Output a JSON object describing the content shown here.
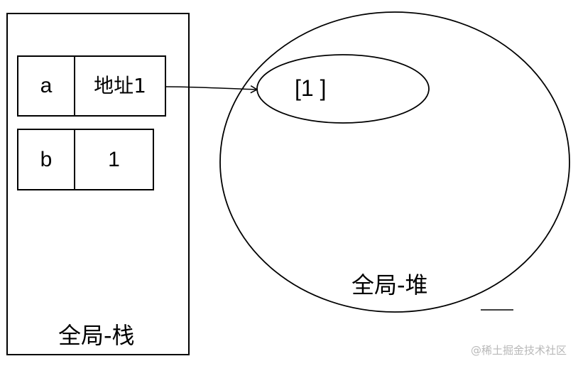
{
  "stack": {
    "title": "全局-栈",
    "rows": [
      {
        "name": "a",
        "value": "地址1"
      },
      {
        "name": "b",
        "value": "1"
      }
    ]
  },
  "heap": {
    "title": "全局-堆",
    "item": "[1 ]"
  },
  "watermark": "@稀土掘金技术社区"
}
